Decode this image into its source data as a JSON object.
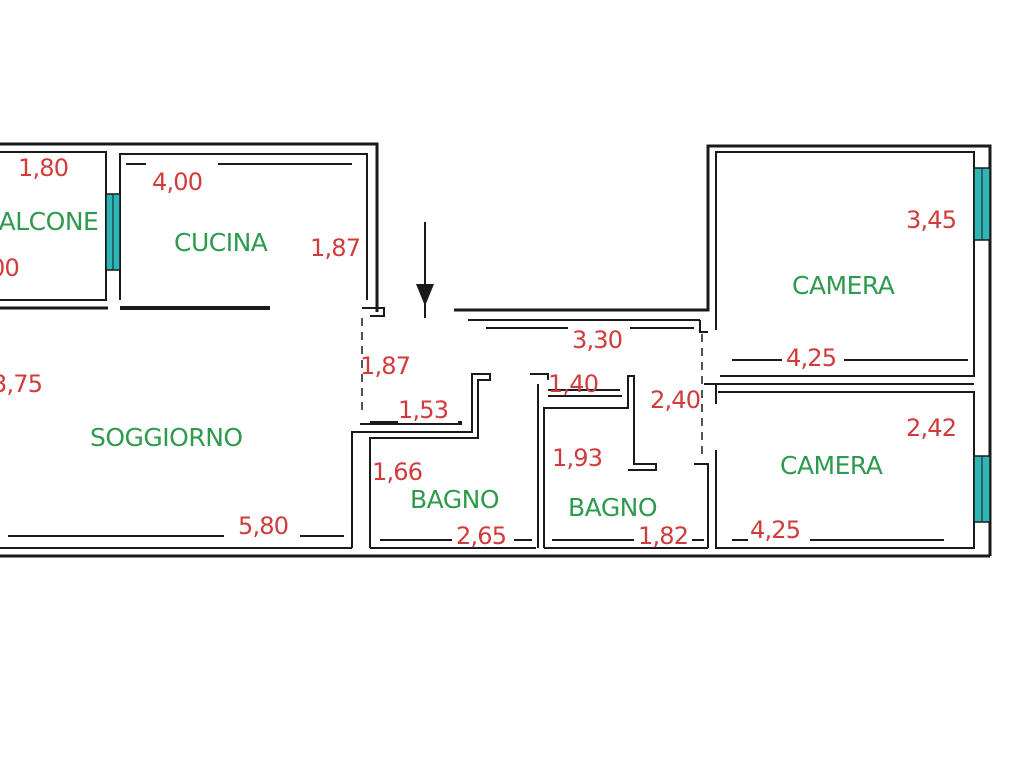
{
  "rooms": {
    "balcone": "BALCONE",
    "cucina": "CUCINA",
    "soggiorno": "SOGGIORNO",
    "bagno_1": "BAGNO",
    "bagno_2": "BAGNO",
    "camera_1": "CAMERA",
    "camera_2": "CAMERA"
  },
  "dimensions": {
    "balcone_width": "1,80",
    "balcone_depth": "00",
    "cucina_width": "4,00",
    "cucina_depth": "1,87",
    "soggiorno_depth": "3,75",
    "soggiorno_width": "5,80",
    "ingresso_depth": "1,87",
    "ingresso_width": "1,53",
    "corridoio_length": "3,30",
    "corridoio_width": "2,40",
    "disimpegno_width": "1,40",
    "bagno_1_depth": "1,66",
    "bagno_1_width": "2,65",
    "bagno_2_depth": "1,93",
    "bagno_2_width": "1,82",
    "camera_1_depth": "3,45",
    "camera_1_width": "4,25",
    "camera_2_depth": "2,42",
    "camera_2_width": "4,25"
  },
  "icons": {
    "entrance": "arrow-down-icon",
    "windows": "window-icon"
  },
  "colors": {
    "room_label": "#2e9a4e",
    "dimension_label": "#d23b3b",
    "window": "#2fb5b5",
    "wall": "#1a1a1a"
  }
}
